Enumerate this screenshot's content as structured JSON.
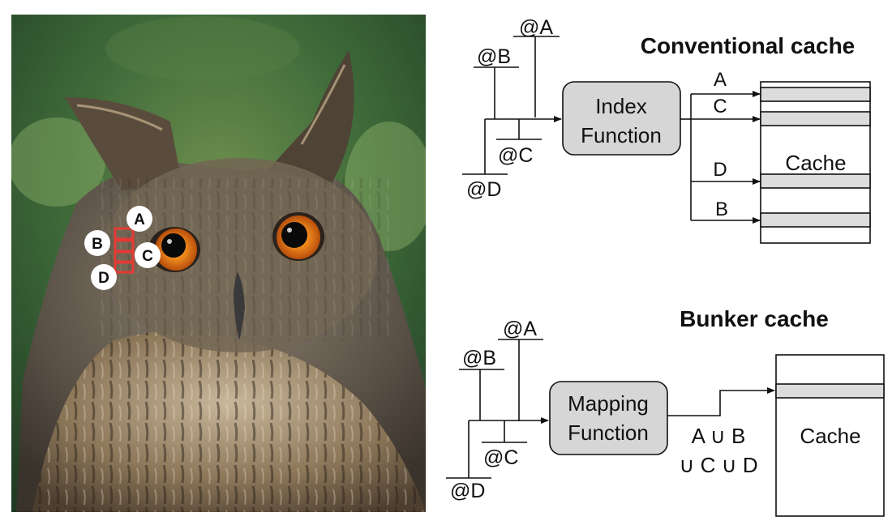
{
  "photo": {
    "subject": "owl",
    "markers": [
      "A",
      "B",
      "C",
      "D"
    ],
    "colors": {
      "marker_outline": "#e53a35",
      "marker_circle": "#ffffff",
      "eye_iris": "#e2711c",
      "background_green": "#3f6b3a"
    }
  },
  "conventional": {
    "title": "Conventional cache",
    "addresses": {
      "a": "@A",
      "b": "@B",
      "c": "@C",
      "d": "@D"
    },
    "function_line1": "Index",
    "function_line2": "Function",
    "cache_label": "Cache",
    "outputs": {
      "a": "A",
      "c": "C",
      "d": "D",
      "b": "B"
    }
  },
  "bunker": {
    "title": "Bunker cache",
    "addresses": {
      "a": "@A",
      "b": "@B",
      "c": "@C",
      "d": "@D"
    },
    "function_line1": "Mapping",
    "function_line2": "Function",
    "union_line1": "A ∪ B",
    "union_line2": "∪ C ∪ D",
    "cache_label": "Cache"
  },
  "colors": {
    "box_fill": "#d6d6d6",
    "line": "#111111",
    "highlight_row": "#dcdcdc"
  }
}
